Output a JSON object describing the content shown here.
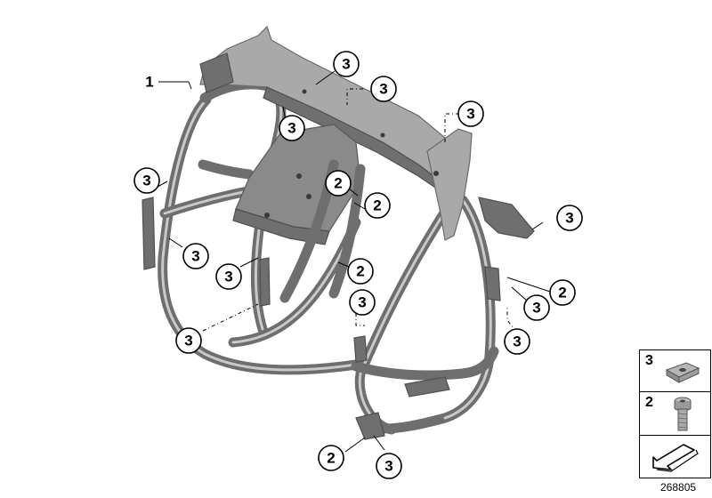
{
  "callouts": [
    {
      "label": "1"
    },
    {
      "label": "3"
    },
    {
      "label": "3"
    },
    {
      "label": "3"
    },
    {
      "label": "3"
    },
    {
      "label": "3"
    },
    {
      "label": "3"
    },
    {
      "label": "3"
    },
    {
      "label": "3"
    },
    {
      "label": "3"
    },
    {
      "label": "3"
    },
    {
      "label": "3"
    },
    {
      "label": "3"
    },
    {
      "label": "3"
    },
    {
      "label": "2"
    },
    {
      "label": "2"
    },
    {
      "label": "2"
    },
    {
      "label": "2"
    },
    {
      "label": "2"
    }
  ],
  "legend": {
    "items": [
      {
        "number": "3",
        "icon": "clip-nut-icon"
      },
      {
        "number": "2",
        "icon": "hex-bolt-icon"
      },
      {
        "number": "",
        "icon": "arrow-symbol-icon"
      }
    ]
  },
  "document_number": "268805",
  "colors": {
    "part": "#8a8a8a",
    "outline": "#000000",
    "background": "#ffffff"
  }
}
